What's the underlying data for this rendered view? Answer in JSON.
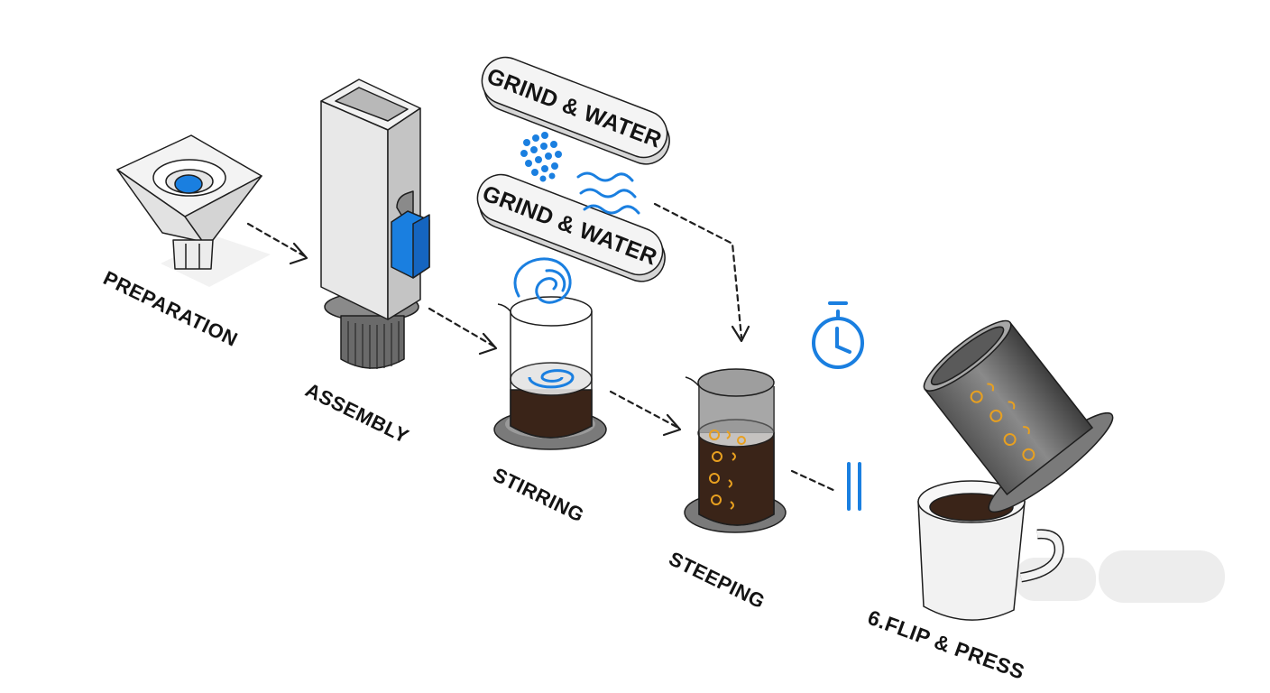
{
  "steps": [
    {
      "label": "PREPARATION"
    },
    {
      "label": "ASSEMBLY"
    },
    {
      "label": "STIRRING"
    },
    {
      "label": "STEEPING"
    },
    {
      "label": "6.FLIP & PRESS"
    }
  ],
  "pills": [
    {
      "label": "GRIND & WATER"
    },
    {
      "label": "GRIND & WATER"
    }
  ],
  "colors": {
    "accent_blue": "#1a7fe0",
    "coffee": "#3a2418",
    "grounds_orange": "#e8a020",
    "outline": "#1e1e1e"
  },
  "icons": [
    "dots-grounds-icon",
    "water-waves-icon",
    "swirl-icon",
    "timer-icon",
    "pause-icon"
  ]
}
